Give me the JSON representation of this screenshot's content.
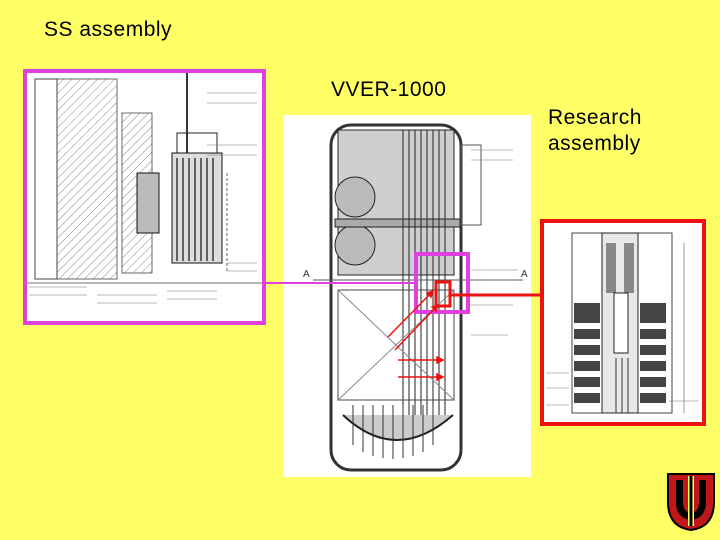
{
  "labels": {
    "ss_assembly": "SS assembly",
    "vver": "VVER-1000",
    "research_line1": "Research",
    "research_line2": "assembly"
  },
  "colors": {
    "background": "#ffff66",
    "ss_frame": "#e040e0",
    "research_frame": "#ee1111",
    "arrows": "#ee1111",
    "logo_primary": "#c01818",
    "logo_secondary": "#000000"
  },
  "icons": {
    "logo": "institute-logo-icon"
  }
}
